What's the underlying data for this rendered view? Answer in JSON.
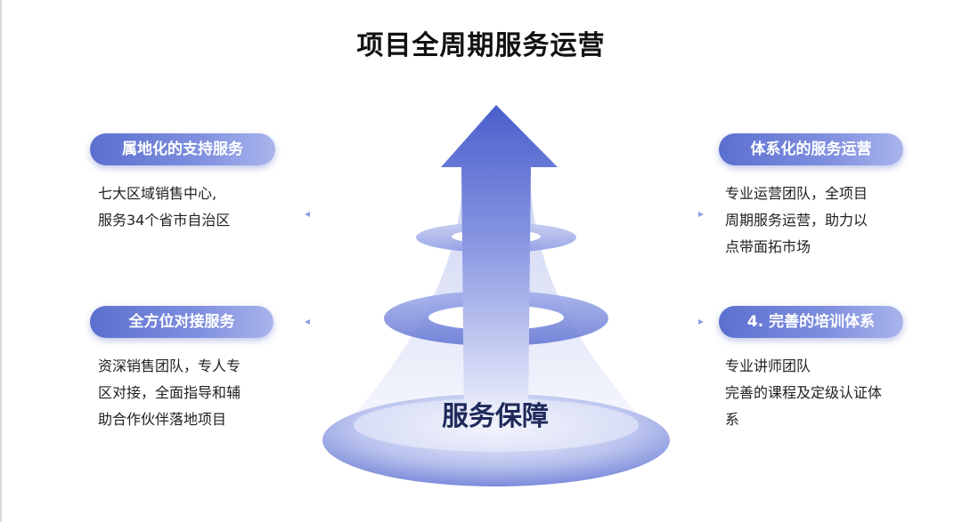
{
  "title": "项目全周期服务运营",
  "center_label": "服务保障",
  "left_items": [
    {
      "label": "属地化的支持服务",
      "lines": [
        "七大区域销售中心,",
        "服务34个省市自治区"
      ]
    },
    {
      "label": "全方位对接服务",
      "lines": [
        "资深销售团队，专人专",
        "区对接，全面指导和辅",
        "助合作伙伴落地项目"
      ]
    }
  ],
  "right_items": [
    {
      "label": "体系化的服务运营",
      "lines": [
        "专业运营团队，全项目",
        "周期服务运营，助力以",
        "点带面拓市场"
      ]
    },
    {
      "label": "4. 完善的培训体系",
      "lines": [
        "专业讲师团队",
        "完善的课程及定级认证体",
        "系"
      ]
    }
  ],
  "colors": {
    "accent": "#5b6fcf",
    "light": "#a9b4ec"
  }
}
